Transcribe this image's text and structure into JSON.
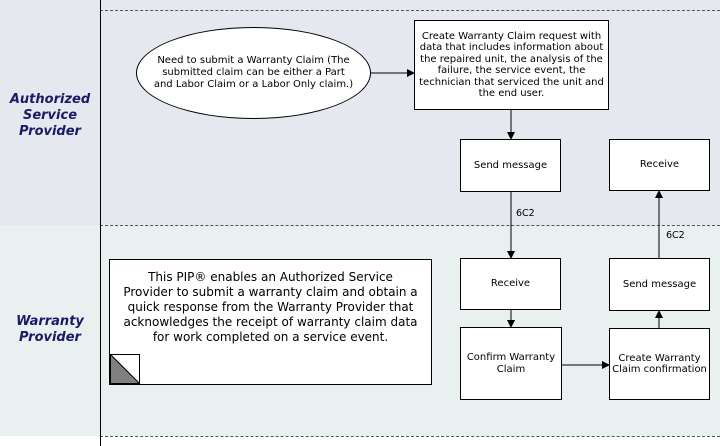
{
  "lanes": {
    "asp": "Authorized Service Provider",
    "wp": "Warranty Provider"
  },
  "start_event": "Need to submit a Warranty Claim (The submitted claim can be either a Part and Labor Claim or a Labor Only claim.)",
  "nodes": {
    "create_request": "Create Warranty Claim request with data that includes information about the repaired unit, the analysis of the failure, the service event, the technician that serviced the unit and the end user.",
    "asp_send": "Send message",
    "asp_receive": "Receive",
    "wp_receive": "Receive",
    "wp_send": "Send message",
    "confirm": "Confirm Warranty Claim",
    "create_confirmation": "Create Warranty Claim confirmation"
  },
  "message_labels": {
    "to_wp": "6C2",
    "to_asp": "6C2"
  },
  "note": "This PIP® enables an Authorized Service Provider to submit a warranty claim and obtain a quick response from the Warranty Provider that acknowledges the receipt of warranty claim data for work completed on a service event.",
  "colors": {
    "asp_lane": "#E6E8EF",
    "wp_lane": "#E8F1EF",
    "lane_label": "#1A1A66"
  }
}
